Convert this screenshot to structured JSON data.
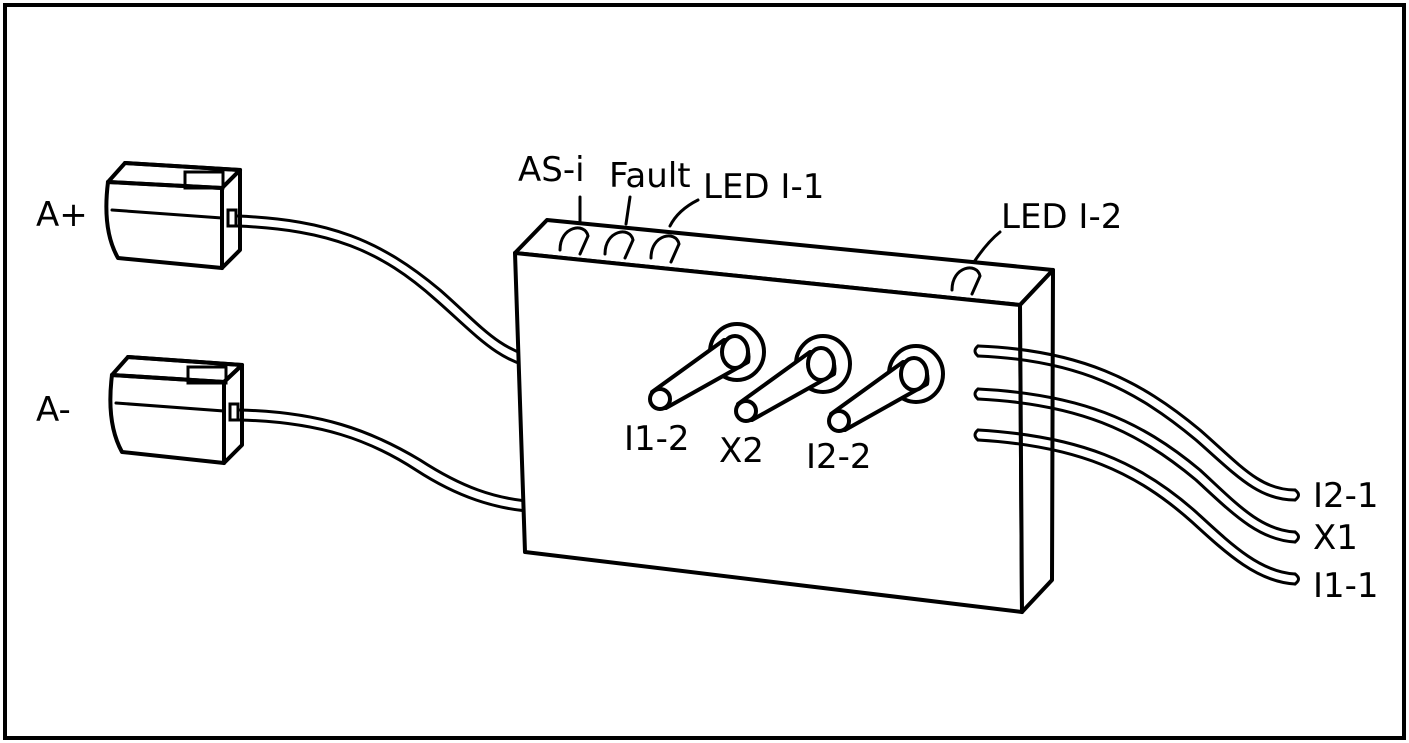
{
  "labels": {
    "a_plus": "A+",
    "a_minus": "A-",
    "led_asi": "AS-i",
    "led_fault": "Fault",
    "led_i1": "LED I-1",
    "led_i2": "LED I-2",
    "port_i1_2": "I1-2",
    "port_x2": "X2",
    "port_i2_2": "I2-2",
    "wire_i2_1": "I2-1",
    "wire_x1": "X1",
    "wire_i1_1": "I1-1"
  },
  "colors": {
    "stroke": "#000000",
    "background": "#ffffff"
  }
}
